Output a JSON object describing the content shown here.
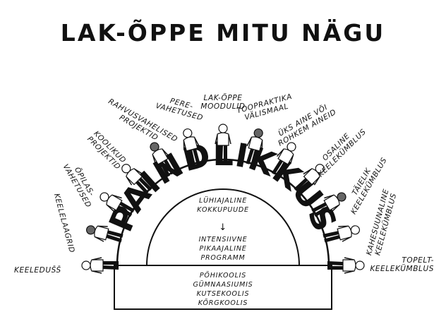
{
  "title": "LAK-ÕPPE MITU NÄGU",
  "arc_word": "PAINDLIKKUS",
  "inner": {
    "top_line1": "LÜHIAJALINE",
    "top_line2": "KOKKUPUUDE",
    "arrow": "↓",
    "mid_line1": "INTENSIIVNE",
    "mid_line2": "PIKAAJALINE",
    "mid_line3": "PROGRAMM"
  },
  "base": {
    "lines": [
      "PÕHIKOOLIS",
      "GÜMNAASIUMIS",
      "KUTSEKOOLIS",
      "KÕRGKOOLIS"
    ]
  },
  "labels": [
    {
      "lines": [
        "KEELEDUŠŠ"
      ]
    },
    {
      "lines": [
        "KEELELAAGRID"
      ]
    },
    {
      "lines": [
        "ÕPILAS-",
        "VAHETUSED"
      ]
    },
    {
      "lines": [
        "KOOLIKUD",
        "PROJEKTID"
      ]
    },
    {
      "lines": [
        "RAHVUSVAHELISED",
        "PROJEKTID"
      ]
    },
    {
      "lines": [
        "PERE-",
        "VAHETUSED"
      ]
    },
    {
      "lines": [
        "LAK-ÕPPE",
        "MOODULID"
      ]
    },
    {
      "lines": [
        "TOOPRAKTIKA",
        "VÄLISMAAL"
      ]
    },
    {
      "lines": [
        "ÜKS AINE VÕI",
        "ROHKEM AINEID"
      ]
    },
    {
      "lines": [
        "OSALINE",
        "KEELEKÜMBLUS"
      ]
    },
    {
      "lines": [
        "TÄIELIK",
        "KEELEKÜMBLUS"
      ]
    },
    {
      "lines": [
        "KAHESUUNALINE",
        "KEELEKÜMBLUS"
      ]
    },
    {
      "lines": [
        "TOPELT-",
        "KEELEKÜMBLUS"
      ]
    }
  ]
}
